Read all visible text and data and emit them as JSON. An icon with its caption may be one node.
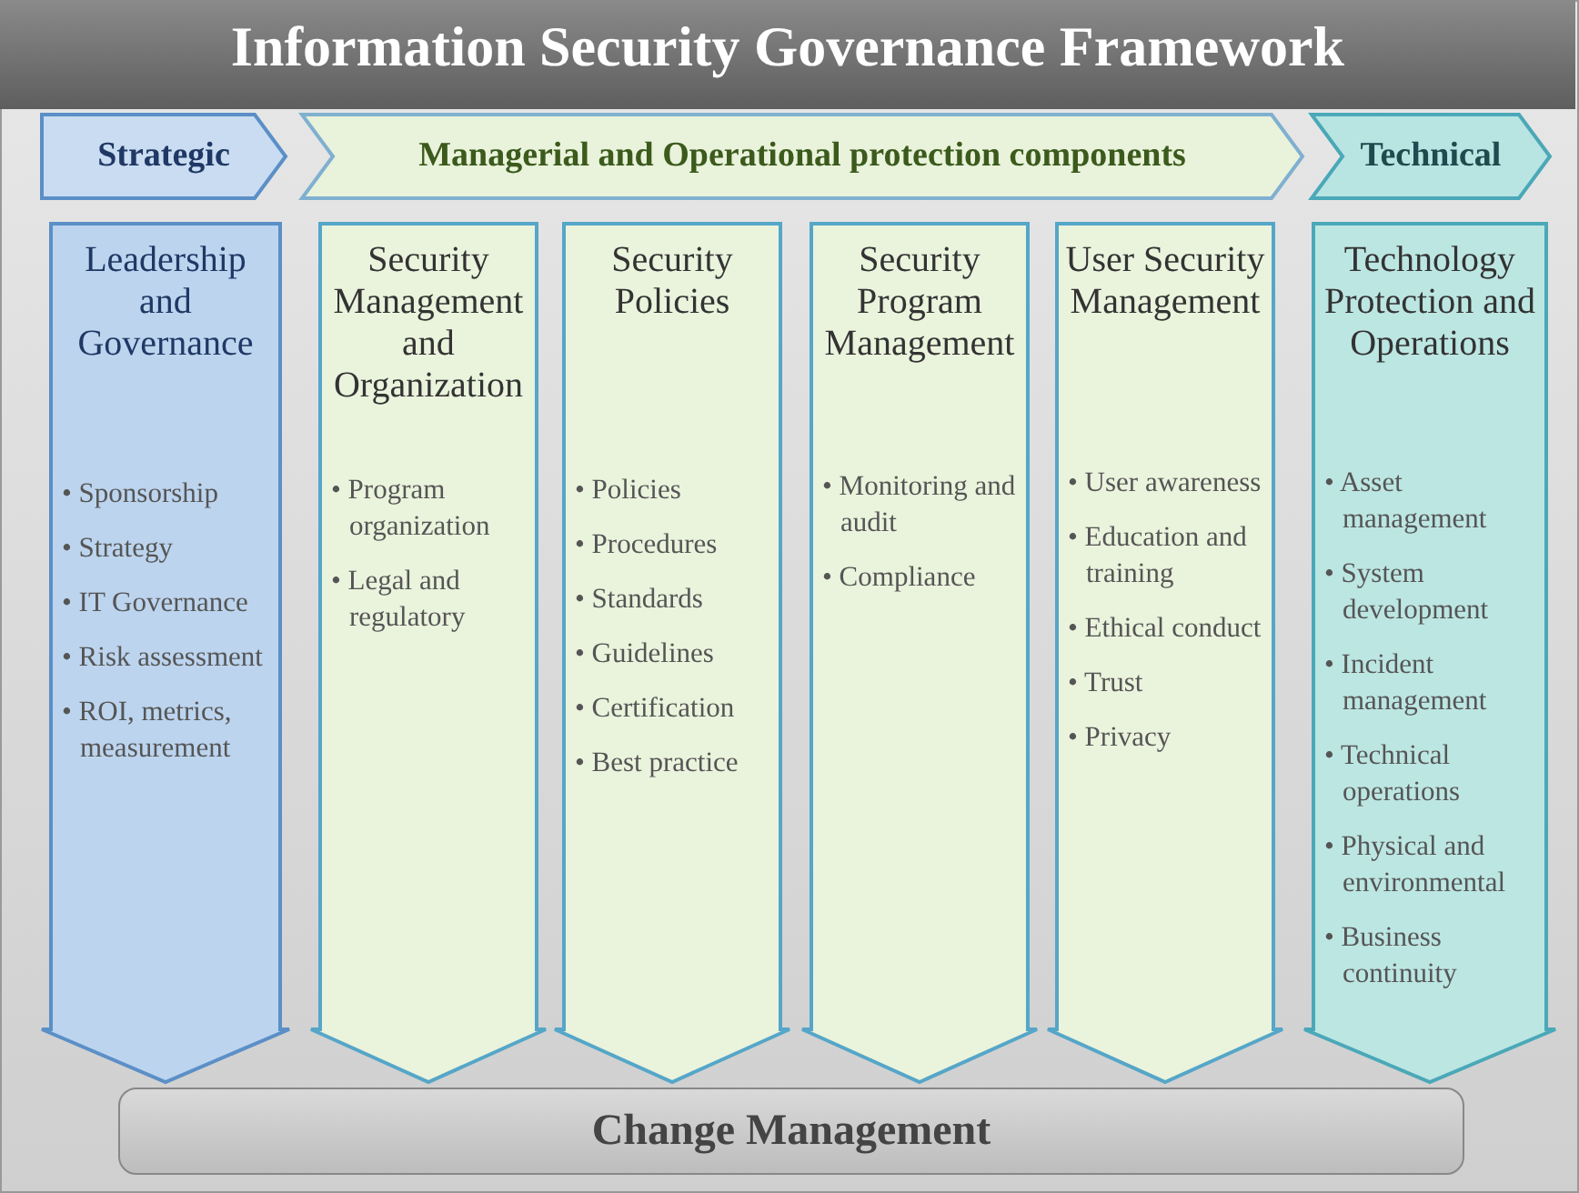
{
  "diagram": {
    "title": "Information Security Governance Framework",
    "nodes": [
      {
        "text": [
          "Strategic"
        ]
      },
      {
        "text": [
          "Managerial and Operational protection components"
        ]
      },
      {
        "text": [
          "Technical"
        ]
      },
      {
        "text": [
          "Leadership and Governance",
          "• Sponsorship",
          "• Strategy",
          "• IT Governance",
          "• Risk assessment",
          "• ROI, metrics, measurement"
        ]
      },
      {
        "text": [
          "Security Management and Organization",
          "• Program organization",
          "• Legal and regulatory"
        ]
      },
      {
        "text": [
          "Security Policies",
          "• Policies",
          "• Procedures",
          "• Standards",
          "• Guidelines",
          "• Certification",
          "• Best practice"
        ]
      },
      {
        "text": [
          "Security Program Management",
          "• Monitoring and audit",
          "• Compliance"
        ]
      },
      {
        "text": [
          "User Security Management",
          "• User awareness",
          "• Education and training",
          "• Ethical conduct",
          "• Trust",
          "• Privacy"
        ]
      },
      {
        "text": [
          "Technology Protection and Operations",
          "• Asset management",
          "• System development",
          "• Incident management",
          "• Technical operations",
          "• Physical and environmental",
          "• Business continuity"
        ]
      },
      {
        "text": [
          "Change Management"
        ]
      }
    ],
    "edges": []
  }
}
